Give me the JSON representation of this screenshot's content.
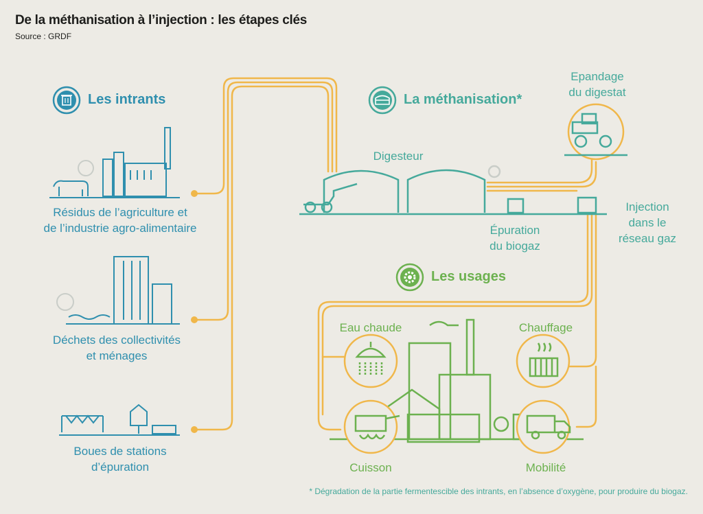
{
  "title": "De la méthanisation à l’injection : les étapes clés",
  "source": "Source : GRDF",
  "sections": {
    "intrants": "Les intrants",
    "methanisation": "La méthanisation*",
    "usages": "Les usages"
  },
  "intrants": {
    "agri_l1": "Résidus de l’agriculture et",
    "agri_l2": "de l’industrie agro-alimentaire",
    "dechets_l1": "Déchets des collectivités",
    "dechets_l2": "et ménages",
    "boues_l1": "Boues de stations",
    "boues_l2": "d’épuration"
  },
  "methanisation": {
    "digesteur": "Digesteur",
    "epandage_l1": "Epandage",
    "epandage_l2": "du digestat",
    "epuration_l1": "Épuration",
    "epuration_l2": "du biogaz",
    "injection_l1": "Injection",
    "injection_l2": "dans le",
    "injection_l3": "réseau gaz"
  },
  "usages": {
    "eau_chaude": "Eau chaude",
    "chauffage": "Chauffage",
    "cuisson": "Cuisson",
    "mobilite": "Mobilité"
  },
  "footnote": "* Dégradation de la partie fermentescible des intrants, en l’absence d’oxygène, pour produire du biogaz.",
  "colors": {
    "background": "#edebe5",
    "pipe": "#f0b74a",
    "blue": "#2f8fae",
    "teal": "#45a99b",
    "green": "#6cb14f"
  },
  "icons": [
    "trash-icon",
    "digester-icon",
    "gear-icon"
  ]
}
